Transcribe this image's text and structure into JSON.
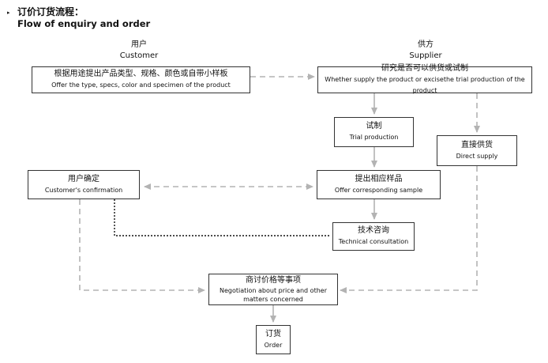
{
  "header": {
    "bullet": "▸",
    "title_zh": "订价订货流程：",
    "title_en": "Flow of enquiry and order"
  },
  "columns": {
    "customer": {
      "zh": "用户",
      "en": "Customer"
    },
    "supplier": {
      "zh": "供方",
      "en": "Supplier"
    }
  },
  "nodes": {
    "request": {
      "zh": "根据用途提出产品类型、规格、颜色或自带小样板",
      "en": "Offer the type, specs, color and specimen of the product"
    },
    "supply_check": {
      "zh": "研究是否可以供货或试制",
      "en": "Whether supply the product or excisethe trial production of the product"
    },
    "trial": {
      "zh": "试制",
      "en": "Trial production"
    },
    "direct": {
      "zh": "直接供货",
      "en": "Direct supply"
    },
    "confirm": {
      "zh": "用户确定",
      "en": "Customer's confirmation"
    },
    "sample": {
      "zh": "提出相应样品",
      "en": "Offer corresponding sample"
    },
    "consult": {
      "zh": "技术咨询",
      "en": "Technical consultation"
    },
    "negotiate": {
      "zh": "商讨价格等事项",
      "en": "Negotiation about price and other matters concerned"
    },
    "order": {
      "zh": "订货",
      "en": "Order"
    }
  },
  "colors": {
    "box_border": "#333333",
    "arrow": "#b3b3b3",
    "dotted": "#111111"
  }
}
